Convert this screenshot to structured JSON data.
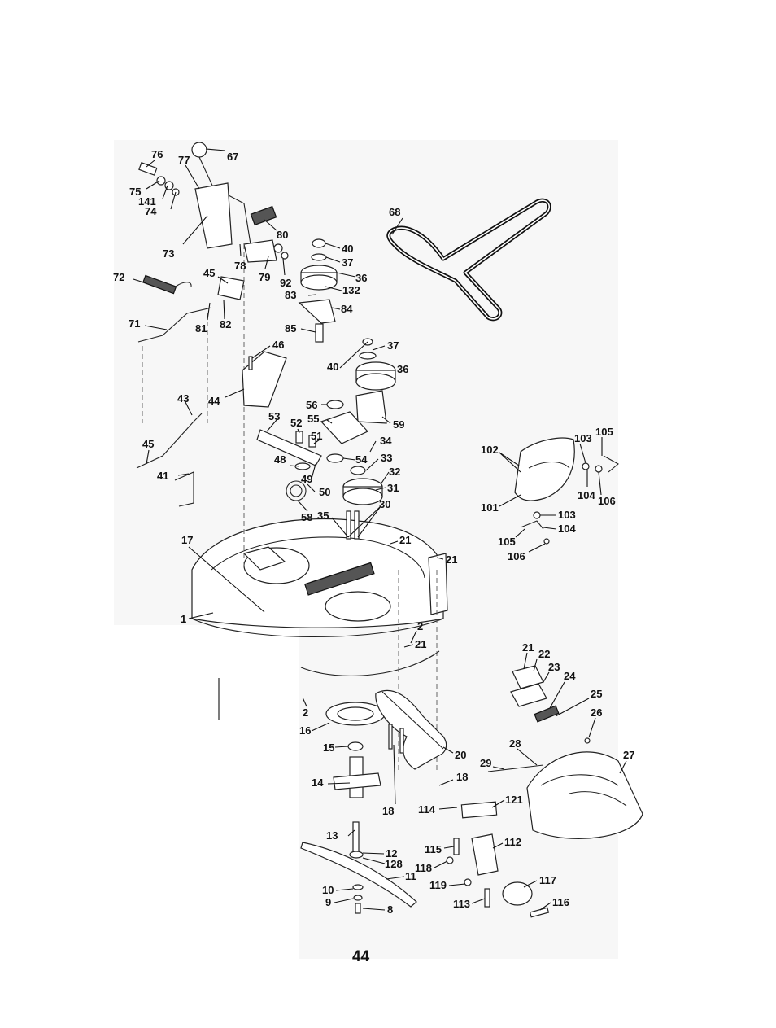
{
  "page_number": "44",
  "callouts": [
    "76",
    "77",
    "67",
    "75",
    "141",
    "74",
    "73",
    "80",
    "68",
    "40",
    "37",
    "36",
    "78",
    "79",
    "92",
    "72",
    "45",
    "132",
    "83",
    "84",
    "71",
    "81",
    "82",
    "85",
    "46",
    "40",
    "37",
    "36",
    "44",
    "43",
    "56",
    "55",
    "59",
    "53",
    "52",
    "51",
    "34",
    "45",
    "48",
    "54",
    "33",
    "32",
    "49",
    "41",
    "50",
    "31",
    "58",
    "35",
    "30",
    "102",
    "103",
    "105",
    "101",
    "104",
    "106",
    "103",
    "104",
    "105",
    "106",
    "17",
    "21",
    "21",
    "1",
    "2",
    "21",
    "21",
    "22",
    "23",
    "24",
    "25",
    "26",
    "2",
    "16",
    "27",
    "15",
    "20",
    "28",
    "29",
    "14",
    "18",
    "18",
    "114",
    "121",
    "13",
    "12",
    "128",
    "115",
    "112",
    "118",
    "11",
    "119",
    "117",
    "10",
    "9",
    "8",
    "113",
    "116"
  ]
}
